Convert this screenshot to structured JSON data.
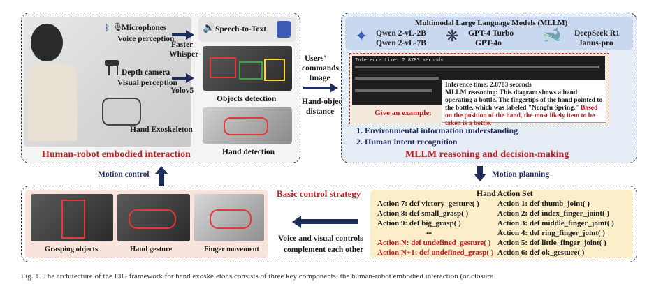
{
  "left_panel": {
    "title": "Human-robot embodied interaction",
    "microphones": "Microphones",
    "voice_perception": "Voice perception",
    "depth_camera": "Depth camera",
    "visual_perception": "Visual perception",
    "hand_exoskeleton": "Hand Exoskeleton",
    "faster": "Faster",
    "whisper": "Whisper",
    "yolo": "Yolov5",
    "speech_to_text": "Speech-to-Text",
    "objects_detection": "Objects detection",
    "hand_detection": "Hand detection"
  },
  "middle": {
    "users": "Users'",
    "commands": "commands",
    "image": "Image",
    "hand_object": "Hand-object",
    "distance": "distance"
  },
  "mllm_panel": {
    "header": "Multimodal Large Language Models (MLLM)",
    "model_qwen_2b": "Qwen 2-vL-2B",
    "model_qwen_7b": "Qwen 2-vL-7B",
    "model_gpt4t": "GPT-4 Turbo",
    "model_gpt4o": "GPT-4o",
    "model_deepseek": "DeepSeek R1",
    "model_janus": "Janus-pro",
    "terminal_line": "Inference time: 2.8783 seconds",
    "give_example": "Give an example:",
    "popup_time": "Inference time: 2.8783 seconds",
    "popup_text": "MLLM reasoning: This diagram shows a hand operating a bottle. The fingertips of the hand pointed to the bottle, which was labeled \"Nongfu Spring.\"",
    "popup_red": "Based on the position of the hand, the most likely item to be taken is a bottle.",
    "point1": "1. Environmental information understanding",
    "point2": "2. Human intent recognition",
    "title": "MLLM reasoning and decision-making"
  },
  "motion_control": "Motion control",
  "motion_planning": "Motion planning",
  "bottom_left": {
    "strategy": "Basic control strategy",
    "grasping": "Grasping objects",
    "gesture": "Hand gesture",
    "finger": "Finger movement"
  },
  "complement_1": "Voice and visual controls",
  "complement_2": "complement each other",
  "action_set": {
    "title": "Hand Action Set",
    "left": [
      {
        "text": "Action 7: def victory_gesture( )",
        "red": false
      },
      {
        "text": "Action 8: def small_grasp( )",
        "red": false
      },
      {
        "text": "Action 9: def big_grasp( )",
        "red": false
      },
      {
        "text": "...",
        "red": false
      },
      {
        "text": "Action N: def undefined_gesture( )",
        "red": true
      },
      {
        "text": "Action N+1: def undefined_grasp( )",
        "red": true
      }
    ],
    "right": [
      "Action 1: def thumb_joint( )",
      "Action 2: def index_finger_joint( )",
      "Action 3: def middle_finger_joint( )",
      "Action 4: def ring_finger_joint( )",
      "Action 5: def little_finger_joint( )",
      "Action 6: def ok_gesture( )"
    ]
  },
  "caption": "Fig. 1.  The architecture of the EIG framework for hand exoskeletons consists of three key components: the human-robot embodied interaction (or closure"
}
